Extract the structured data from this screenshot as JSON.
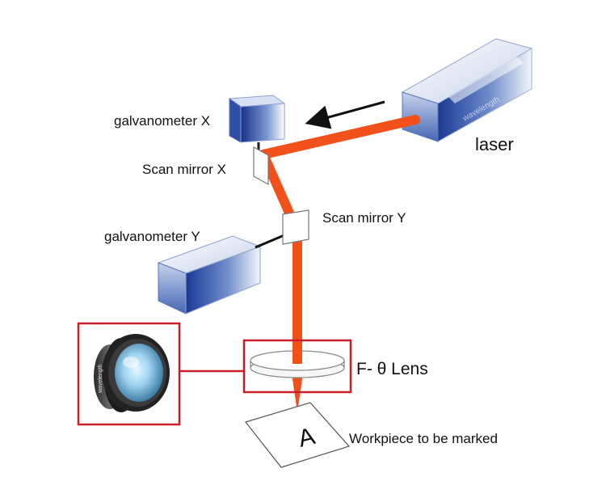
{
  "labels": {
    "galvanometer_x": "galvanometer X",
    "scan_mirror_x": "Scan mirror X",
    "laser": "laser",
    "scan_mirror_y": "Scan mirror Y",
    "galvanometer_y": "galvanometer Y",
    "f_theta_lens": "F- θ Lens",
    "workpiece": "Workpiece to be marked",
    "workpiece_mark": "A"
  },
  "lens_photo_text": "wavelength",
  "laser_body_watermark": "wavelength",
  "colors": {
    "beam": "#f2511b",
    "highlight_box": "#c81e2a",
    "device_blue": "#1f3f9a",
    "device_light": "#e8eef8"
  }
}
